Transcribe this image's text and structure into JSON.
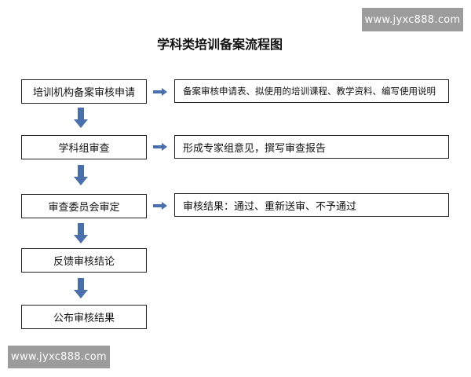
{
  "watermark": {
    "top": "www.jyxc888.com",
    "bottom": "www.jyxc888.com"
  },
  "diagram": {
    "title": "学科类培训备案流程图",
    "steps": [
      "培训机构备案审核申请",
      "学科组审查",
      "审查委员会审定",
      "反馈审核结论",
      "公布审核结果"
    ],
    "notes": [
      "备案审核申请表、拟使用的培训课程、教学资料、编写使用说明",
      "形成专家组意见，撰写审查报告",
      "审核结果：通过、重新送审、不予通过"
    ]
  },
  "colors": {
    "arrow": "#4a6fae",
    "box_border": "#222222",
    "watermark_bg": "#9c9c9c"
  }
}
